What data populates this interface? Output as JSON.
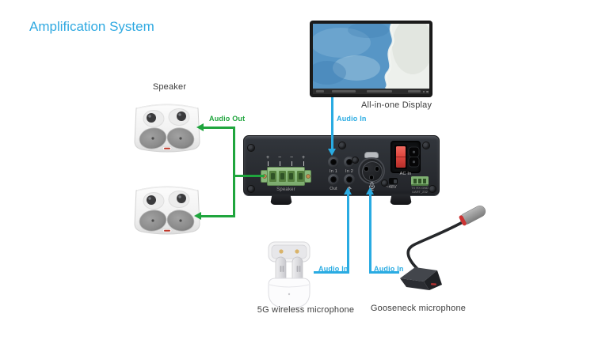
{
  "title": "Amplification System",
  "colors": {
    "title_blue": "#2FA9E1",
    "arrow_cyan": "#29ABE2",
    "arrow_green": "#1FA53D",
    "label_gray": "#3C3C3C"
  },
  "display": {
    "label": "All-in-one Display"
  },
  "speakers": {
    "label": "Speaker"
  },
  "amplifier": {
    "terminal": {
      "label": "Speaker",
      "polarity": [
        "+",
        "−",
        "−",
        "+"
      ]
    },
    "jacks": {
      "in1": "In 1",
      "in2": "In 2",
      "out": "Out"
    },
    "power": {
      "ac_label": "AC In"
    },
    "phantom_label": "~48V",
    "comm": {
      "line1": "TX RX GND",
      "line2": "UART_232"
    }
  },
  "wireless_mic": {
    "label": "5G wireless microphone"
  },
  "gooseneck_mic": {
    "label": "Gooseneck microphone"
  },
  "connections": {
    "audio_out": "Audio Out",
    "audio_in_display": "Audio In",
    "audio_in_wireless": "Audio In",
    "audio_in_gooseneck": "Audio In"
  },
  "icons": {
    "wireless_jack_icon": "antenna-up",
    "xlr_label_icon": "microphone"
  }
}
